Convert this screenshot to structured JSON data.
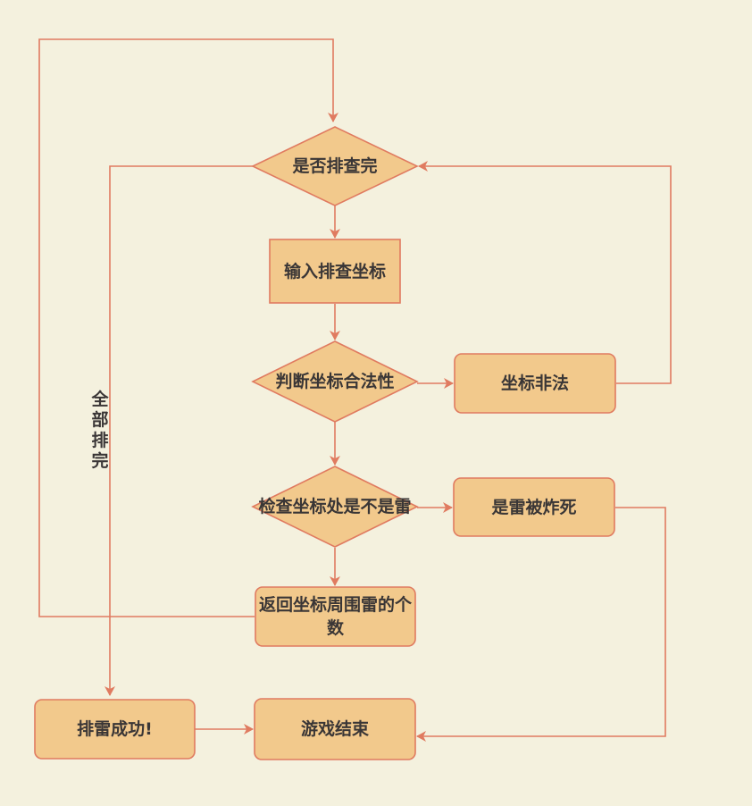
{
  "colors": {
    "background": "#f4f1de",
    "node_fill": "#f2c98c",
    "node_stroke": "#e07b60",
    "edge": "#e07b60",
    "text": "#3a3636"
  },
  "nodes": {
    "check_done": "是否排查完",
    "input_coord": "输入排查坐标",
    "check_valid": "判断坐标合法性",
    "invalid": "坐标非法",
    "check_mine": "检查坐标处是不是雷",
    "boom": "是雷被炸死",
    "count_mines": "返回坐标周围雷的个数",
    "success": "排雷成功!",
    "game_over": "游戏结束"
  },
  "edge_labels": {
    "all_cleared": [
      "全",
      "部",
      "排",
      "完"
    ]
  }
}
